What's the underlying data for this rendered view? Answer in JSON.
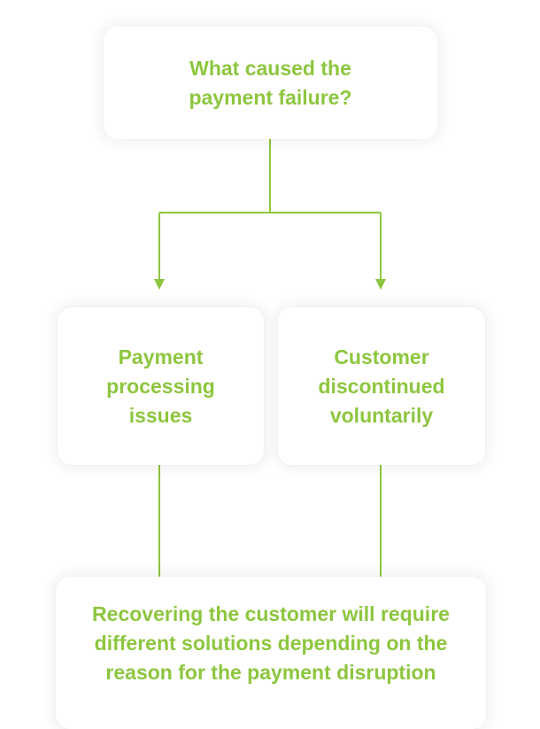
{
  "diagram": {
    "accent_color": "#8dc63f",
    "question": "What caused the\npayment failure?",
    "cause_processing": "Payment\nprocessing\nissues",
    "cause_voluntary": "Customer\ndiscontinued\nvoluntarily",
    "outcome": "Recovering the customer will require\ndifferent solutions depending on the\nreason for the payment disruption"
  }
}
